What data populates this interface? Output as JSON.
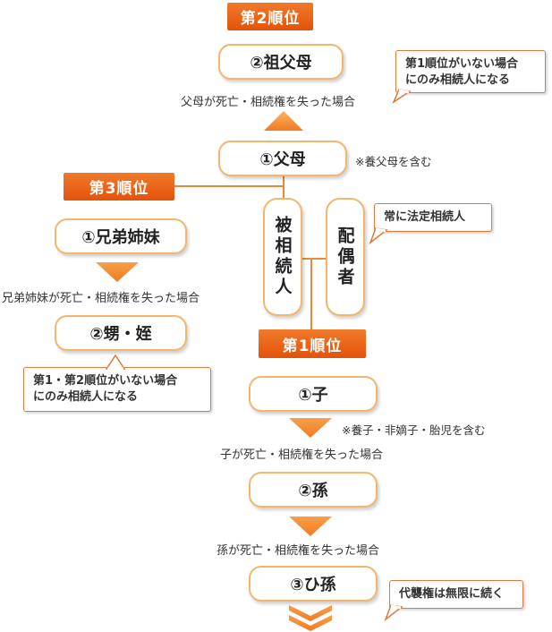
{
  "ranks": {
    "second": "第2順位",
    "third": "第3順位",
    "first": "第1順位"
  },
  "nodes": {
    "grandparents": "②祖父母",
    "parents": "①父母",
    "siblings": "①兄弟姉妹",
    "nephews": "②甥・姪",
    "spouse": "配偶者",
    "heir_label": "被相続人",
    "child": "①子",
    "grandchild": "②孫",
    "great_grandchild": "③ひ孫"
  },
  "conditions": {
    "parents_dead": "父母が死亡・相続権を失った場合",
    "siblings_dead": "兄弟姉妹が死亡・相続権を失った場合",
    "child_dead": "子が死亡・相続権を失った場合",
    "grandchild_dead": "孫が死亡・相続権を失った場合"
  },
  "notes": {
    "adoptive_parents": "※養父母を含む",
    "adopted_child": "※養子・非嫡子・胎児を含む"
  },
  "callouts": {
    "second_only_line1": "第1順位がいない場合",
    "second_only_line2": "にのみ相続人になる",
    "spouse_always": "常に法定相続人",
    "third_only_line1": "第1・第2順位がいない場合",
    "third_only_line2": "にのみ相続人になる",
    "infinite": "代襲権は無限に続く"
  },
  "colors": {
    "rank_fill": "#e85d10",
    "pill_border": "#f3b66d",
    "arrow": "#f08a2a",
    "line": "#e8893a"
  }
}
